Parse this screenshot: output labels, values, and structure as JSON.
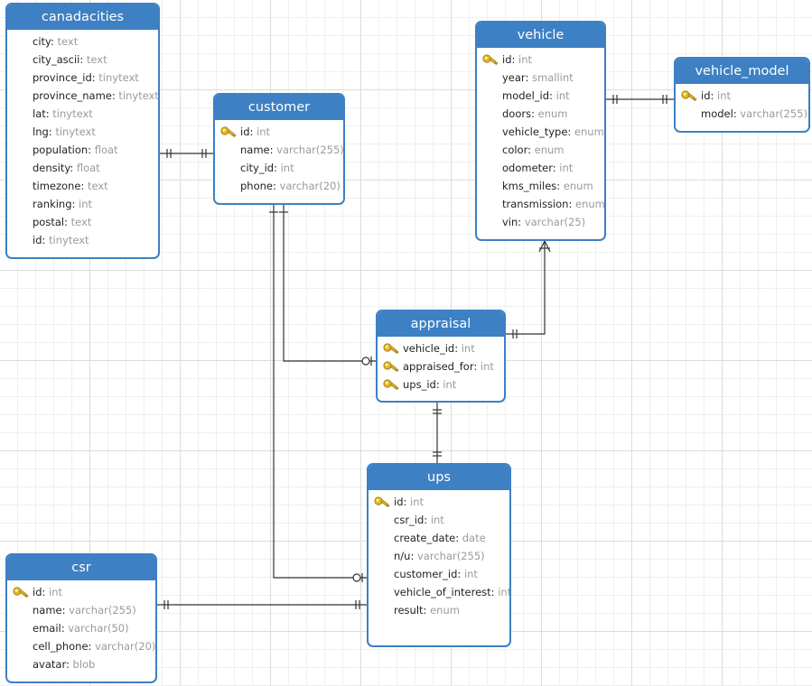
{
  "colors": {
    "entity_header": "#3d80c4",
    "entity_border": "#3d80c4",
    "relationship_line": "#333333",
    "key_icon": "#e6b81e",
    "field_name": "#222222",
    "field_type": "#9a9a9a"
  },
  "entities": {
    "canadacities": {
      "title": "canadacities",
      "fields": [
        {
          "name": "city",
          "type": "text"
        },
        {
          "name": "city_ascii",
          "type": "text"
        },
        {
          "name": "province_id",
          "type": "tinytext"
        },
        {
          "name": "province_name",
          "type": "tinytext"
        },
        {
          "name": "lat",
          "type": "tinytext"
        },
        {
          "name": "lng",
          "type": "tinytext"
        },
        {
          "name": "population",
          "type": "float"
        },
        {
          "name": "density",
          "type": "float"
        },
        {
          "name": "timezone",
          "type": "text"
        },
        {
          "name": "ranking",
          "type": "int"
        },
        {
          "name": "postal",
          "type": "text"
        },
        {
          "name": "id",
          "type": "tinytext"
        }
      ]
    },
    "customer": {
      "title": "customer",
      "fields": [
        {
          "name": "id",
          "type": "int",
          "key": true
        },
        {
          "name": "name",
          "type": "varchar(255)"
        },
        {
          "name": "city_id",
          "type": "int"
        },
        {
          "name": "phone",
          "type": "varchar(20)"
        }
      ]
    },
    "vehicle": {
      "title": "vehicle",
      "fields": [
        {
          "name": "id",
          "type": "int",
          "key": true
        },
        {
          "name": "year",
          "type": "smallint"
        },
        {
          "name": "model_id",
          "type": "int"
        },
        {
          "name": "doors",
          "type": "enum"
        },
        {
          "name": "vehicle_type",
          "type": "enum"
        },
        {
          "name": "color",
          "type": "enum"
        },
        {
          "name": "odometer",
          "type": "int"
        },
        {
          "name": "kms_miles",
          "type": "enum"
        },
        {
          "name": "transmission",
          "type": "enum"
        },
        {
          "name": "vin",
          "type": "varchar(25)"
        }
      ]
    },
    "vehicle_model": {
      "title": "vehicle_model",
      "fields": [
        {
          "name": "id",
          "type": "int",
          "key": true
        },
        {
          "name": "model",
          "type": "varchar(255)"
        }
      ]
    },
    "appraisal": {
      "title": "appraisal",
      "fields": [
        {
          "name": "vehicle_id",
          "type": "int",
          "key": true
        },
        {
          "name": "appraised_for",
          "type": "int",
          "key": true
        },
        {
          "name": "ups_id",
          "type": "int",
          "key": true
        }
      ]
    },
    "ups": {
      "title": "ups",
      "fields": [
        {
          "name": "id",
          "type": "int",
          "key": true
        },
        {
          "name": "csr_id",
          "type": "int"
        },
        {
          "name": "create_date",
          "type": "date"
        },
        {
          "name": "n/u",
          "type": "varchar(255)"
        },
        {
          "name": "customer_id",
          "type": "int"
        },
        {
          "name": "vehicle_of_interest",
          "type": "int"
        },
        {
          "name": "result",
          "type": "enum"
        }
      ]
    },
    "csr": {
      "title": "csr",
      "fields": [
        {
          "name": "id",
          "type": "int",
          "key": true
        },
        {
          "name": "name",
          "type": "varchar(255)"
        },
        {
          "name": "email",
          "type": "varchar(50)"
        },
        {
          "name": "cell_phone",
          "type": "varchar(20)"
        },
        {
          "name": "avatar",
          "type": "blob"
        }
      ]
    }
  },
  "relationships": [
    {
      "from": "canadacities",
      "to": "customer",
      "from_end": "one",
      "to_end": "one"
    },
    {
      "from": "vehicle",
      "to": "vehicle_model",
      "from_end": "one",
      "to_end": "one"
    },
    {
      "from": "vehicle",
      "to": "appraisal",
      "from_end": "many",
      "to_end": "one"
    },
    {
      "from": "customer",
      "to": "appraisal",
      "from_end": "one",
      "to_end": "zero-or-one"
    },
    {
      "from": "appraisal",
      "to": "ups",
      "from_end": "one",
      "to_end": "one"
    },
    {
      "from": "customer",
      "to": "ups",
      "from_end": "one",
      "to_end": "zero-or-one"
    },
    {
      "from": "csr",
      "to": "ups",
      "from_end": "one",
      "to_end": "one"
    }
  ]
}
